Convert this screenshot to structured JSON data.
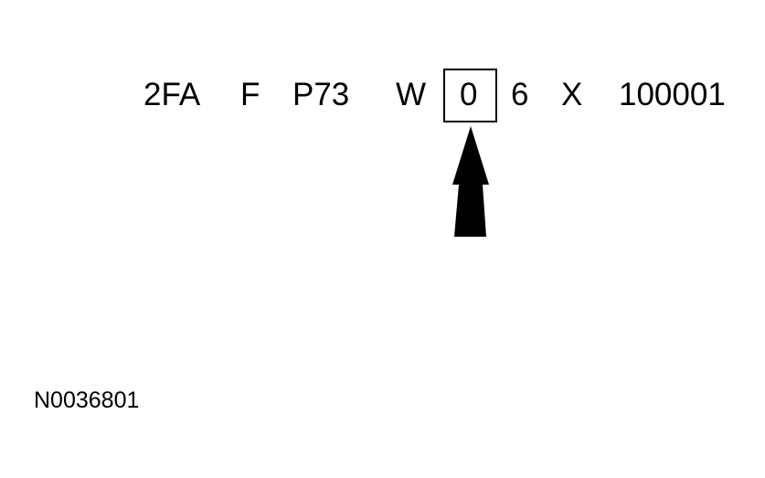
{
  "vin_segments": [
    "2FA",
    "F",
    "P73",
    "W",
    "0",
    "6",
    "X",
    "100001"
  ],
  "highlighted_segment": "0",
  "figure_id": "N0036801",
  "colors": {
    "ink": "#000000",
    "background": "#ffffff"
  }
}
